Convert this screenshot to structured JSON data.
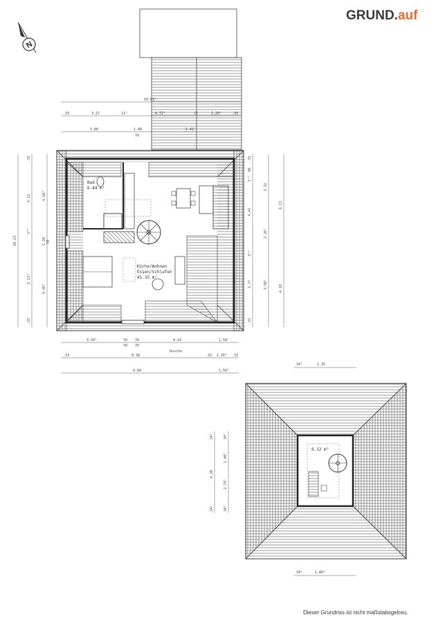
{
  "brand": {
    "name_main": "GRUND.",
    "name_accent": "auf",
    "accent_color": "#e06a2b"
  },
  "north": "N",
  "rooms": [
    {
      "name": "Bad",
      "area": "6.84 m²"
    },
    {
      "name": "Küche/Wohnen",
      "name2": "Essen/Schlafen",
      "area": "45.35 m²"
    },
    {
      "name": "",
      "area": "8.32 m²"
    }
  ],
  "labels": {
    "dusche": "Dusche"
  },
  "dims_top": [
    "10.63⁵",
    ".33",
    "3.27",
    "11⁵",
    "4.72⁵",
    "17",
    "2.20⁵",
    ".33",
    "3.80",
    "1.40",
    "70",
    "5.41⁵"
  ],
  "dims_bottom": [
    "3.50⁵",
    "70",
    "70",
    "70",
    "70",
    "4.14",
    "1.59⁵",
    ".33",
    "8.38",
    ".33",
    "1.26⁵",
    ".33",
    "9.04",
    "1.59⁵"
  ],
  "dims_left": [
    "10.23",
    ".33",
    "4.12",
    "4.58⁵",
    "3¹⁵",
    "1.20",
    "70",
    "5.13⁵",
    "4.46⁵",
    ".33"
  ],
  "dims_right": [
    ".33",
    "90",
    "1¹⁵",
    "3.32",
    "4.47",
    "6.13",
    "2.26⁵",
    "3¹⁵",
    "3.77",
    "3.98⁵",
    "4.10",
    ".33"
  ],
  "dims_lower": [
    "34⁵",
    "2.35",
    "34⁵",
    "34⁵",
    "1.40⁵",
    "4.20",
    "2.79⁵",
    "34⁵",
    "34⁵",
    "34⁵",
    "1.88⁵"
  ],
  "disclaimer": "Dieser Grundriss ist nicht maßstabsgetreu."
}
